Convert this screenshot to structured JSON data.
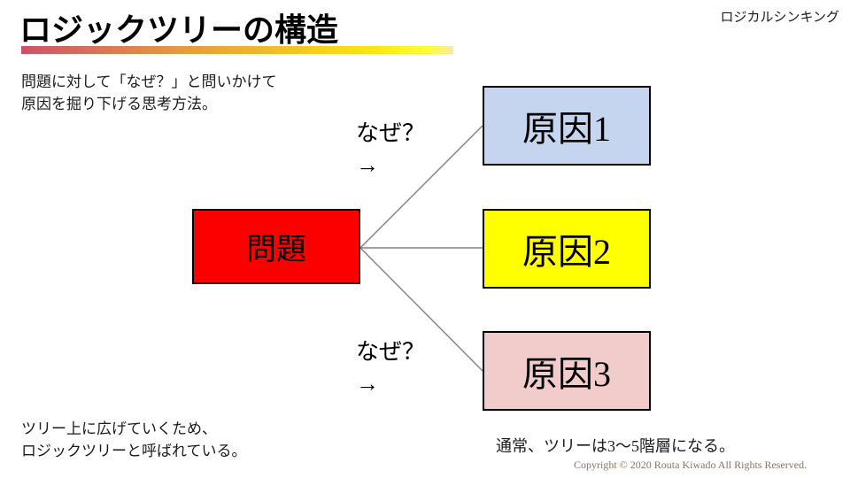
{
  "header": {
    "title": "ロジックツリーの構造",
    "tag": "ロジカルシンキング",
    "underline_gradient_start": "#cf5168",
    "underline_gradient_end": "#ffff33"
  },
  "body": {
    "intro_text": "問題に対して「なぜ？」と問いかけて\n原因を掘り下げる思考方法。",
    "footnote_left": "ツリー上に広げていくため、\nロジックツリーと呼ばれている。",
    "footnote_right": "通常、ツリーは3〜5階層になる。"
  },
  "diagram": {
    "root": {
      "label": "問題",
      "fill": "#fc0000",
      "border": "#000000"
    },
    "edge_labels": [
      {
        "text": "なぜ？\n→",
        "position": "top"
      },
      {
        "text": "なぜ？\n→",
        "position": "bottom"
      }
    ],
    "branches": [
      {
        "label": "原因1",
        "fill": "#c5d5f0",
        "border": "#000000"
      },
      {
        "label": "原因2",
        "fill": "#ffff00",
        "border": "#000000"
      },
      {
        "label": "原因3",
        "fill": "#f2cbcb",
        "border": "#000000"
      }
    ],
    "connector_color": "#808080"
  },
  "footer": {
    "copyright": "Copyright © 2020 Routa Kiwado All Rights Reserved."
  }
}
